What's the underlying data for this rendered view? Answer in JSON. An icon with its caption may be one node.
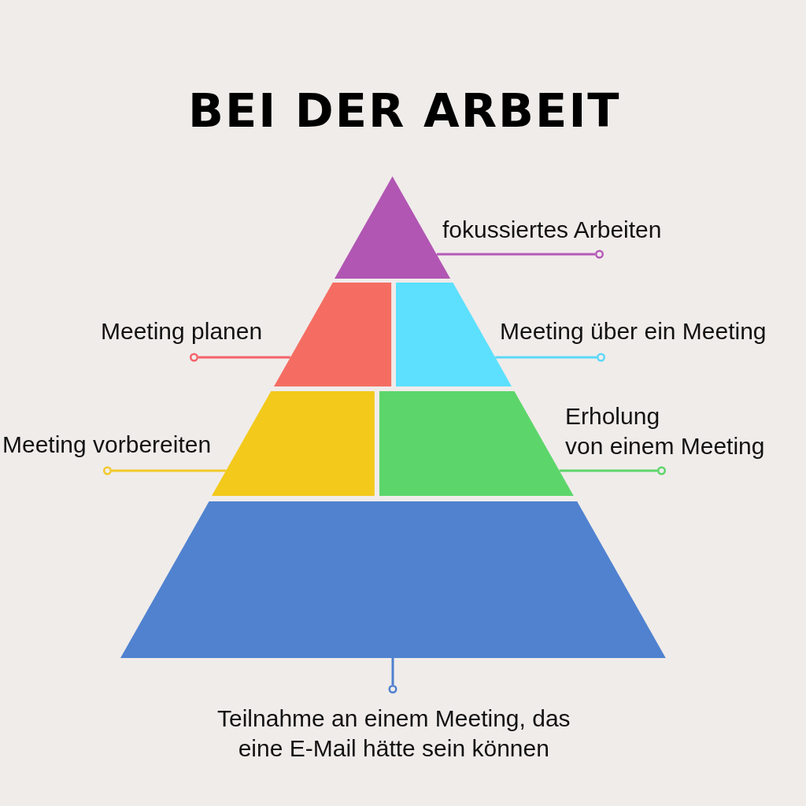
{
  "diagram": {
    "title": "BEI DER ARBEIT",
    "nodes": [
      {
        "text": [],
        "shape": "triangle"
      },
      {
        "text": [
          "fokussiertes Arbeiten"
        ]
      },
      {
        "text": [
          "Meeting planen"
        ]
      },
      {
        "text": [],
        "shape": "trapezoid"
      },
      {
        "text": [],
        "shape": "trapezoid"
      },
      {
        "text": [
          "Meeting über ein Meeting"
        ]
      },
      {
        "text": [
          "Meeting vorbereiten"
        ]
      },
      {
        "text": [],
        "shape": "trapezoid"
      },
      {
        "text": [],
        "shape": "trapezoid"
      },
      {
        "text": [
          "Erholung von einem Meeting"
        ]
      },
      {
        "text": [],
        "shape": "trapezoid"
      },
      {
        "text": [
          "Teilnahme an einem Meeting, das eine E-Mail hätte sein können"
        ]
      }
    ],
    "edges": [
      {
        "from": 1,
        "to": 0,
        "arrow": "other",
        "color": "#b45bb8"
      },
      {
        "from": 2,
        "to": 3,
        "arrow": "other",
        "color": "#f4636a"
      },
      {
        "from": 5,
        "to": 4,
        "arrow": "other",
        "color": "#5cd8f8"
      },
      {
        "from": 6,
        "to": 7,
        "arrow": "other",
        "color": "#f2c92a"
      },
      {
        "from": 9,
        "to": 8,
        "arrow": "other",
        "color": "#5cd66a"
      },
      {
        "from": 11,
        "to": 10,
        "arrow": "other",
        "color": "#4f80d0"
      }
    ]
  }
}
